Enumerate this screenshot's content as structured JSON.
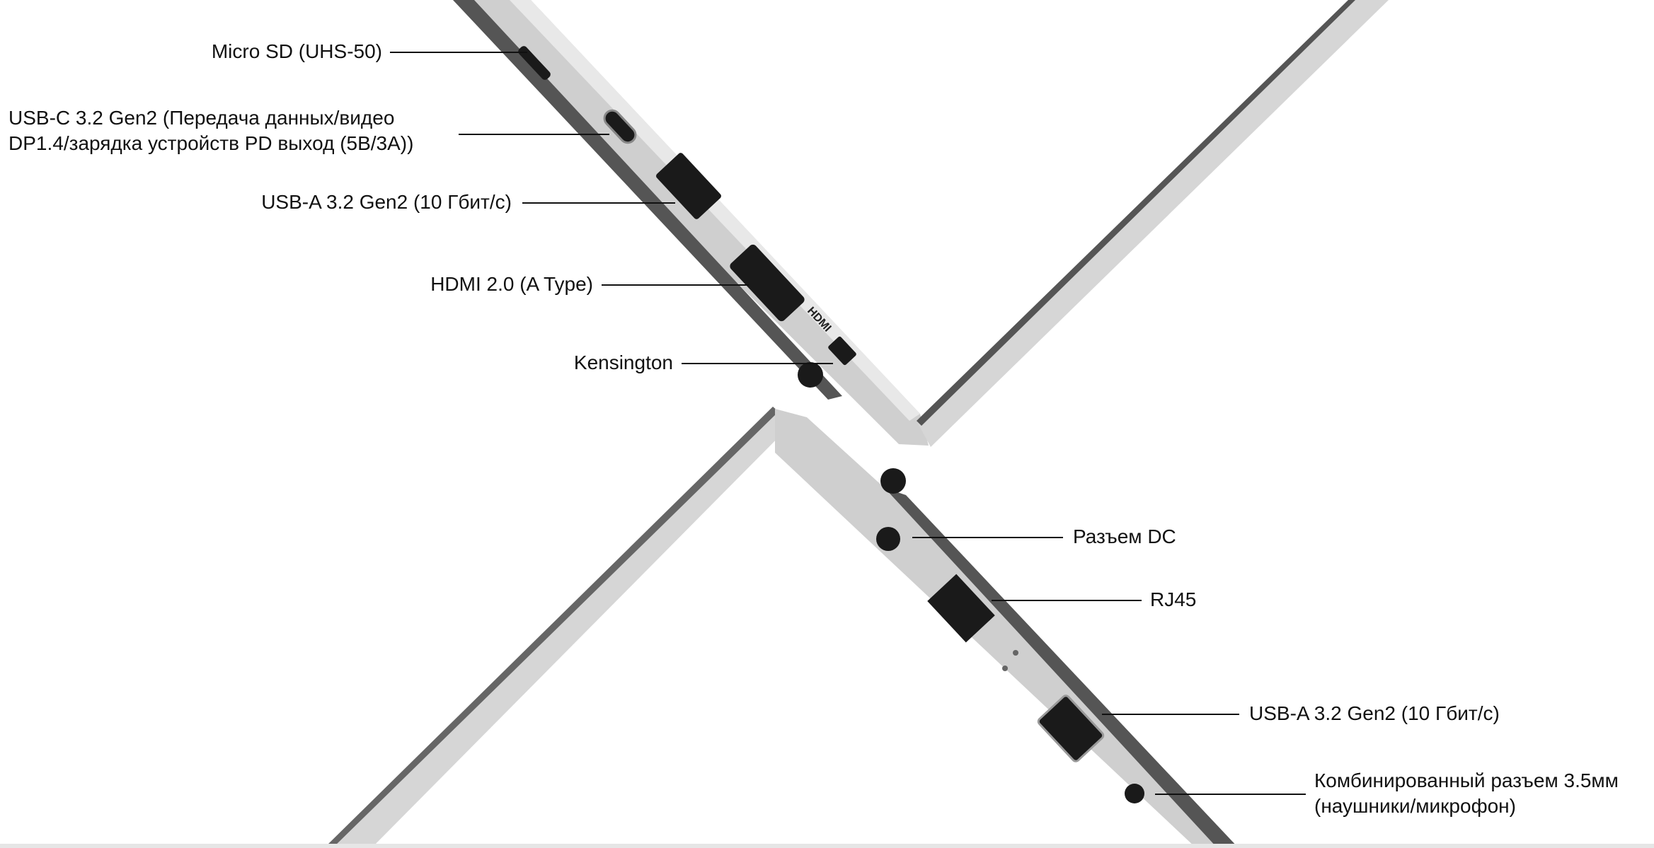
{
  "labels": {
    "microsd": "Micro SD (UHS-50)",
    "usbc_line1": "USB-C 3.2 Gen2 (Передача данных/видео",
    "usbc_line2": "DP1.4/зарядка устройств PD выход (5В/3А))",
    "usba_left": "USB-A 3.2 Gen2 (10 Гбит/с)",
    "hdmi": "HDMI 2.0 (A Type)",
    "kensington": "Kensington",
    "dc": "Разъем DC",
    "rj45": "RJ45",
    "usba_right": "USB-A 3.2 Gen2 (10 Гбит/с)",
    "audio_line1": "Комбинированный разъем 3.5мм",
    "audio_line2": "(наушники/микрофон)"
  },
  "port_markings": {
    "hdmi_logo": "HDMI"
  },
  "colors": {
    "chassis": "#c9c9c9",
    "edge": "#4a4a4a",
    "port": "#1a1a1a"
  }
}
